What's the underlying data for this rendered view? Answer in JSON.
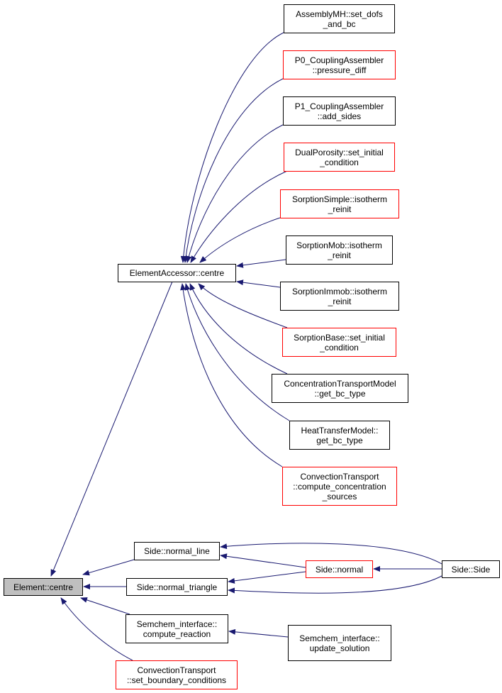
{
  "colors": {
    "edge": "#191970",
    "root_fill": "#bfbfbf",
    "incomplete_border": "#ff0000",
    "node_border": "#000000"
  },
  "nodes": {
    "element_centre": {
      "lines": [
        "Element::centre"
      ]
    },
    "elementaccessor_centre": {
      "lines": [
        "ElementAccessor::centre"
      ]
    },
    "assemblymh": {
      "lines": [
        "AssemblyMH::set_dofs",
        "_and_bc"
      ]
    },
    "p0": {
      "lines": [
        "P0_CouplingAssembler",
        "::pressure_diff"
      ]
    },
    "p1": {
      "lines": [
        "P1_CouplingAssembler",
        "::add_sides"
      ]
    },
    "dualporosity": {
      "lines": [
        "DualPorosity::set_initial",
        "_condition"
      ]
    },
    "sorptionsimple": {
      "lines": [
        "SorptionSimple::isotherm",
        "_reinit"
      ]
    },
    "sorptionmob": {
      "lines": [
        "SorptionMob::isotherm",
        "_reinit"
      ]
    },
    "sorptionimmob": {
      "lines": [
        "SorptionImmob::isotherm",
        "_reinit"
      ]
    },
    "sorptionbase": {
      "lines": [
        "SorptionBase::set_initial",
        "_condition"
      ]
    },
    "concentration": {
      "lines": [
        "ConcentrationTransportModel",
        "::get_bc_type"
      ]
    },
    "heattransfer": {
      "lines": [
        "HeatTransferModel::",
        "get_bc_type"
      ]
    },
    "convection_sources": {
      "lines": [
        "ConvectionTransport",
        "::compute_concentration",
        "_sources"
      ]
    },
    "normal_line": {
      "lines": [
        "Side::normal_line"
      ]
    },
    "normal_triangle": {
      "lines": [
        "Side::normal_triangle"
      ]
    },
    "compute_reaction": {
      "lines": [
        "Semchem_interface::",
        "compute_reaction"
      ]
    },
    "set_boundary": {
      "lines": [
        "ConvectionTransport",
        "::set_boundary_conditions"
      ]
    },
    "side_normal": {
      "lines": [
        "Side::normal"
      ]
    },
    "side_side": {
      "lines": [
        "Side::Side"
      ]
    },
    "update_solution": {
      "lines": [
        "Semchem_interface::",
        "update_solution"
      ]
    }
  }
}
